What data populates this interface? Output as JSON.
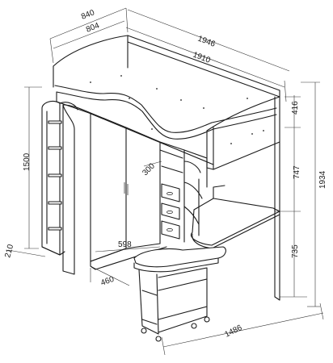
{
  "dimensions": {
    "depth_outer": "840",
    "depth_inner": "804",
    "length_outer": "1946",
    "length_inner": "1910",
    "top_rail_height": "416",
    "mid_height": "747",
    "total_height": "1934",
    "ladder_height": "1500",
    "ladder_offset": "210",
    "shelf_depth": "300",
    "wardrobe_opening": "598",
    "cabinet_depth": "460",
    "desk_height": "735",
    "desk_depth": "1486"
  }
}
